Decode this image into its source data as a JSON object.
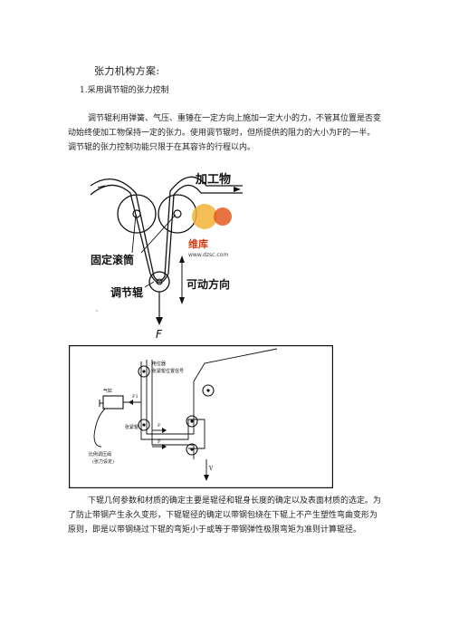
{
  "doc": {
    "title": "张力机构方案:",
    "subtitle": "1.采用调节辊的张力控制",
    "para1": "调节辊利用弹簧、气压、重锤在一定方向上施加一定大小的力，不管其位置是否变动始终使加工物保持一定的张力。使用调节辊时，但所提供的阻力的大小为F的一半。调节辊的张力控制功能只限于在其容许的行程以内。",
    "para2": "下辊几何参数和材质的确定主要是辊径和辊身长度的确定以及表面材质的选定。为了防止带钢产生永久变形，下辊辊径的确定以带钢包绕在下辊上不产生塑性弯曲变形为原则，即是以带钢绕过下辊的弯矩小于或等于带钢弹性极限弯矩为准则计算辊径。"
  },
  "figure1": {
    "label_material": "加工物",
    "label_fixed_rollers": "固定滚筒",
    "label_dancer": "调节辊",
    "label_direction": "可动方向",
    "label_force": "F",
    "watermark_line1": "维库",
    "watermark_url": "www.dzsc.com"
  },
  "figure2": {
    "label_top1": "电位器",
    "label_top2": "张紧辊位置信号",
    "label_cylinder": "气缸",
    "label_F1": "F1",
    "label_roller": "张紧辊",
    "label_F_a": "F",
    "label_F_b": "F",
    "label_valve1": "比例调压阀",
    "label_valve2": "(张力设定)",
    "label_v": "V"
  }
}
